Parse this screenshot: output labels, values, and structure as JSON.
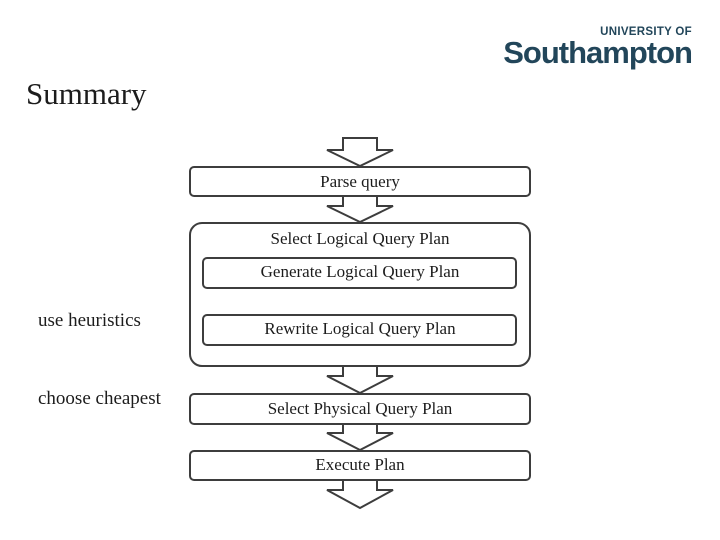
{
  "logo": {
    "line1": "UNIVERSITY OF",
    "line2": "Southampton"
  },
  "title": "Summary",
  "side_labels": {
    "heuristics": "use heuristics",
    "cheapest": "choose cheapest"
  },
  "flow": {
    "parse": "Parse query",
    "select_logical": "Select Logical Query Plan",
    "generate_logical": "Generate Logical Query Plan",
    "rewrite_logical": "Rewrite Logical Query Plan",
    "select_physical": "Select Physical Query Plan",
    "execute": "Execute Plan"
  }
}
